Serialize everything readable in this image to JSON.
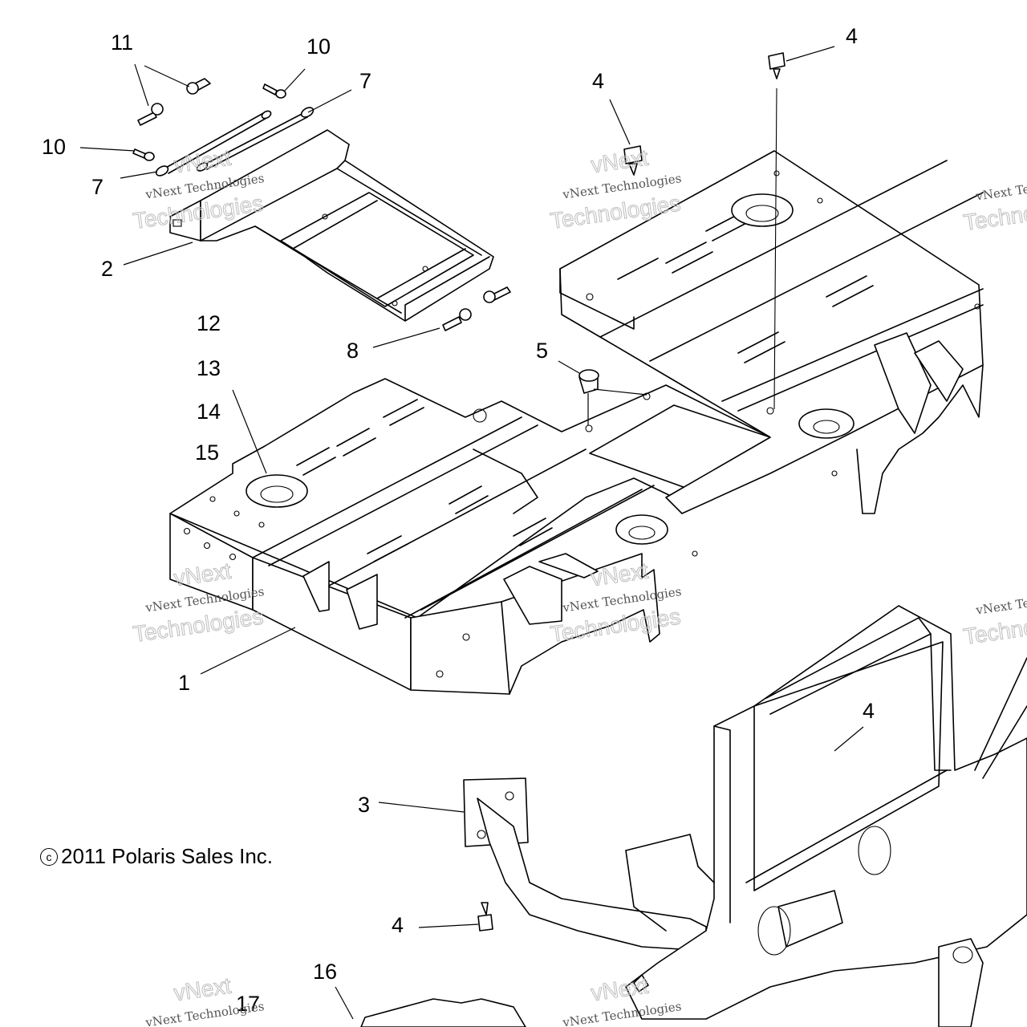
{
  "copyright": {
    "symbol": "c",
    "text": "2011 Polaris Sales Inc."
  },
  "watermark": {
    "line1": "vNext Technologies",
    "line2": "Technologies",
    "brand": "vNext"
  },
  "callouts": [
    {
      "id": "c11",
      "label": "11"
    },
    {
      "id": "c10a",
      "label": "10"
    },
    {
      "id": "c7a",
      "label": "7"
    },
    {
      "id": "c10b",
      "label": "10"
    },
    {
      "id": "c7b",
      "label": "7"
    },
    {
      "id": "c2",
      "label": "2"
    },
    {
      "id": "c12",
      "label": "12"
    },
    {
      "id": "c8",
      "label": "8"
    },
    {
      "id": "c13",
      "label": "13"
    },
    {
      "id": "c14",
      "label": "14"
    },
    {
      "id": "c15",
      "label": "15"
    },
    {
      "id": "c5",
      "label": "5"
    },
    {
      "id": "c4a",
      "label": "4"
    },
    {
      "id": "c4b",
      "label": "4"
    },
    {
      "id": "c1",
      "label": "1"
    },
    {
      "id": "c4c",
      "label": "4"
    },
    {
      "id": "c3",
      "label": "3"
    },
    {
      "id": "c4d",
      "label": "4"
    },
    {
      "id": "c16",
      "label": "16"
    },
    {
      "id": "c17",
      "label": "17"
    }
  ]
}
